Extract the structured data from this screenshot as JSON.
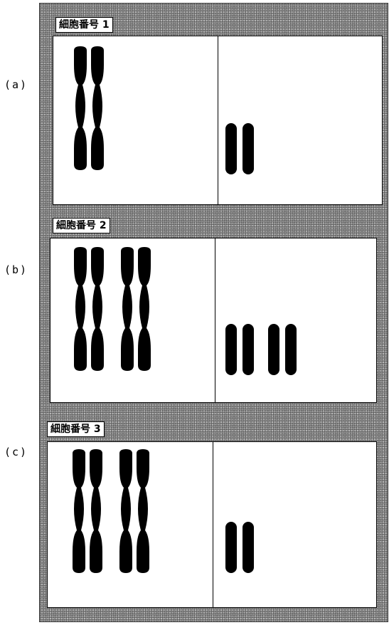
{
  "cells": [
    {
      "row_label": "(a)",
      "cell_label": "細胞番号 1",
      "left_pairs": 1,
      "right_rods": 2
    },
    {
      "row_label": "(b)",
      "cell_label": "細胞番号 2",
      "left_pairs": 2,
      "right_rods": 4
    },
    {
      "row_label": "(c)",
      "cell_label": "細胞番号 3",
      "left_pairs": 2,
      "right_rods": 2
    }
  ],
  "colors": {
    "chromosome": "#000000",
    "panel": "#ffffff",
    "frame": "#8e8e8e"
  }
}
